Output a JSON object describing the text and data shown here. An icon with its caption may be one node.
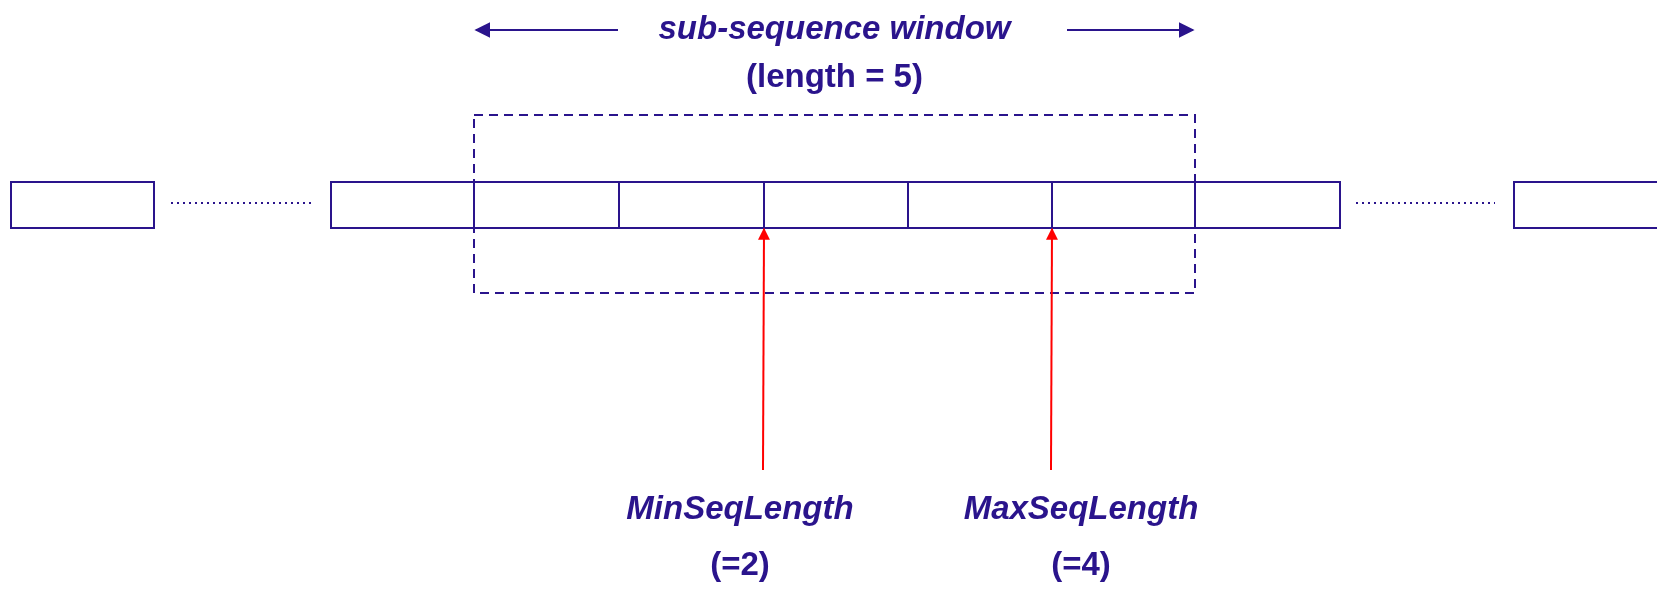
{
  "diagram": {
    "nodes": [
      {
        "text": [
          "sub-sequence window",
          "(length = 5)"
        ]
      },
      {
        "text": [],
        "shape": "box"
      },
      {
        "text": [],
        "shape": "box"
      },
      {
        "text": [],
        "shape": "box",
        "in": 0
      },
      {
        "text": [],
        "shape": "box",
        "in": 0
      },
      {
        "text": [],
        "shape": "box",
        "in": 0
      },
      {
        "text": [],
        "shape": "box",
        "in": 0
      },
      {
        "text": [],
        "shape": "box",
        "in": 0
      },
      {
        "text": [],
        "shape": "box"
      },
      {
        "text": [],
        "shape": "box"
      },
      {
        "text": [
          "MinSeqLength",
          "(=2)"
        ]
      },
      {
        "text": [
          "MaxSeqLength",
          "(=4)"
        ]
      }
    ],
    "edges": [
      {
        "from": 10,
        "to": 5,
        "arrow": "to"
      },
      {
        "from": 11,
        "to": 7,
        "arrow": "to"
      }
    ]
  }
}
